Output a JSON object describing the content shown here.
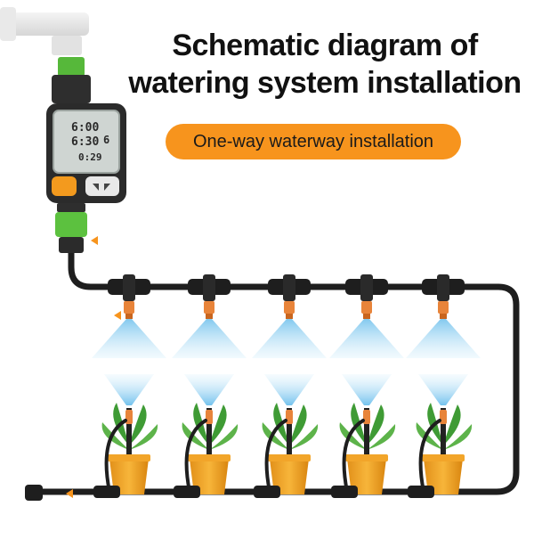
{
  "title": {
    "line1": "Schematic diagram of",
    "line2": "watering system installation"
  },
  "subtitle_pill": "One-way waterway installation",
  "timer_display": {
    "row1": "6:00",
    "row2": "6:30",
    "row3": "0:29",
    "side_digit": "6"
  },
  "colors": {
    "accent": "#f7941d",
    "hose": "#1e1e1e",
    "spray": "#bfe3f7",
    "pot": "#f0a11e",
    "plant": "#3f9b35",
    "timer_green": "#5cc13f",
    "timer_body": "#2b2b2b"
  },
  "sprinkler_count": 5
}
